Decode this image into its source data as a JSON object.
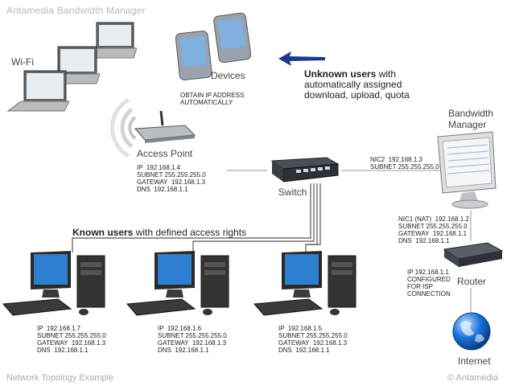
{
  "title": "Antamedia Bandwidth Manager",
  "footer": {
    "left": "Network Topology Example",
    "right": "© Antamedia"
  },
  "nodes": {
    "wifi": {
      "label": "Wi-Fi"
    },
    "devices": {
      "label": "Devices",
      "note": "OBTAIN IP ADDRESS\nAUTOMATICALLY"
    },
    "access_point": {
      "label": "Access Point",
      "config": "IP  192.168.1.4\nSUBNET 255.255.255.0\nGATEWAY  192.168.1.3\nDNS  192.168.1.1"
    },
    "switch": {
      "label": "Switch"
    },
    "bandwidth_manager": {
      "label": "Bandwidth\nManager",
      "nic2": "NIC2  192.168.1.3\nSUBNET 255.255.255.0",
      "nic1": "NIC1 (NAT)  192.168.1.2\nSUBNET 255.255.255.0\nGATEWAY  192.168.1.1\nDNS  192.168.1.1"
    },
    "router": {
      "label": "Router",
      "config": "IP 192.168.1.1\nCONFIGURED\nFOR ISP\nCONNECTION"
    },
    "internet": {
      "label": "Internet"
    }
  },
  "unknown_users": {
    "bold": "Unknown users",
    "rest": " with\nautomatically assigned\ndownload, upload, quota"
  },
  "known_users": {
    "bold": "Known users",
    "rest": " with defined access rights"
  },
  "pcs": [
    {
      "config": "IP  192.168.1.7\nSUBNET 255.255.255.0\nGATEWAY  192.168.1.3\nDNS  192.168.1.1"
    },
    {
      "config": "IP  192.168.1.6\nSUBNET 255.255.255.0\nGATEWAY  192.168.1.3\nDNS  192.168.1.1"
    },
    {
      "config": "IP  192.168.1.5\nSUBNET 255.255.255.0\nGATEWAY  192.168.1.3\nDNS  192.168.1.1"
    }
  ],
  "colors": {
    "arrow": "#1e3a8c",
    "screen": "#2f7fd0",
    "case": "#2a2a2a",
    "globe": "#1a73d9"
  }
}
